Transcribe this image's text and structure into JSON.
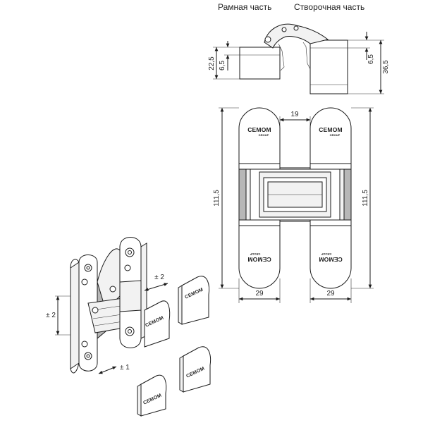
{
  "labels": {
    "frame_part": "Рамная часть",
    "leaf_part": "Створочная часть"
  },
  "side_view": {
    "dim_height_left": "22,5",
    "dim_offset_left": "6,5",
    "dim_offset_right": "6,5",
    "dim_height_right": "36,5"
  },
  "front_view": {
    "dim_gap": "19",
    "dim_length_left": "111,5",
    "dim_length_right": "111,5",
    "dim_width_left": "29",
    "dim_width_right": "29",
    "logo_text": "CEMOM",
    "logo_sub": "GROUP"
  },
  "iso_view": {
    "adj_vertical": "± 2",
    "adj_depth": "± 2",
    "adj_lateral": "± 1"
  },
  "colors": {
    "line": "#1a1a1a",
    "shade": "#f2f2f2",
    "mid": "#b7b7b7"
  }
}
